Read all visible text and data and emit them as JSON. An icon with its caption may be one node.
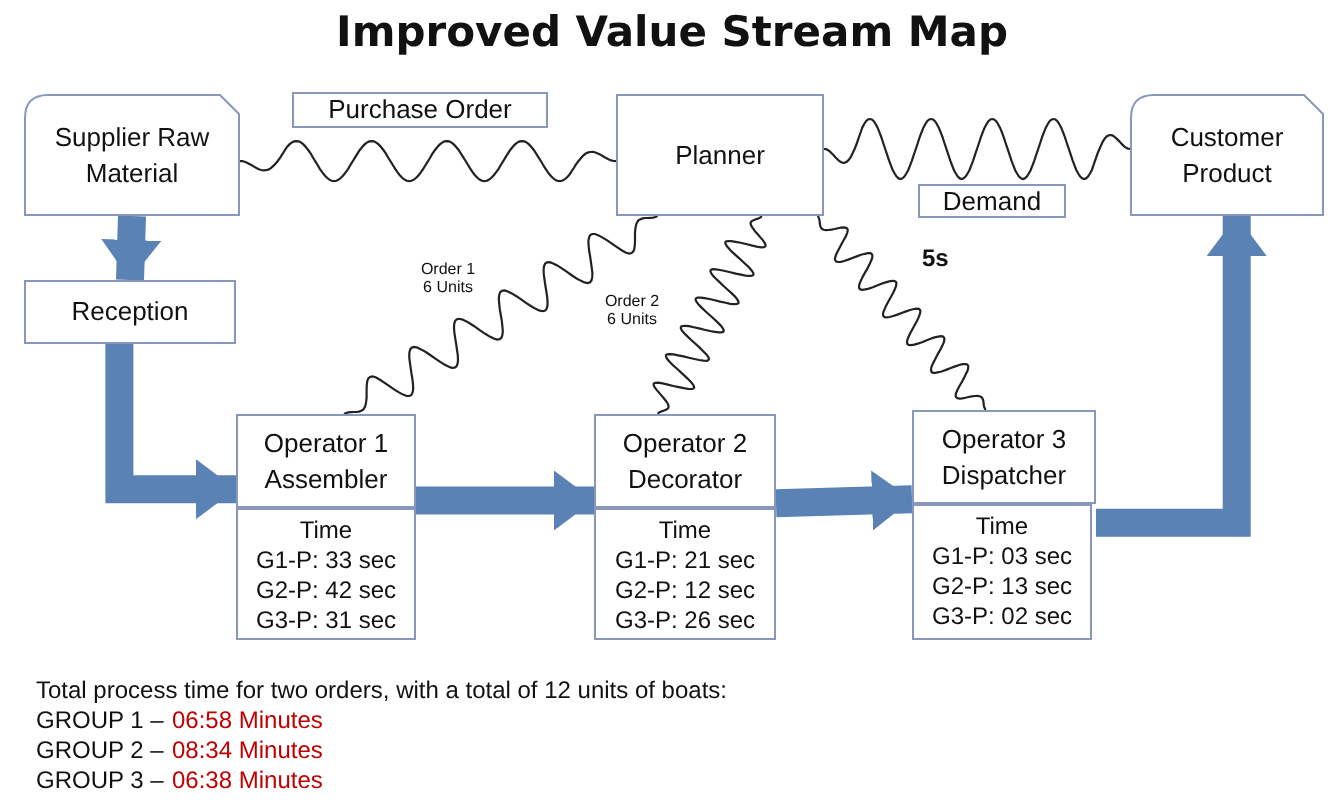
{
  "diagram": {
    "title": "Improved Value Stream Map",
    "nodes": [
      {
        "text": [
          "Supplier Raw Material"
        ]
      },
      {
        "text": [
          "Purchase Order"
        ]
      },
      {
        "text": [
          "Planner"
        ]
      },
      {
        "text": [
          "Customer Product"
        ]
      },
      {
        "text": [
          "Demand"
        ]
      },
      {
        "text": [
          "Reception"
        ]
      },
      {
        "text": [
          "Operator 1 Assembler"
        ]
      },
      {
        "text": [
          "Time",
          "G1-P: 33 sec",
          "G2-P: 42 sec",
          "G3-P: 31 sec"
        ]
      },
      {
        "text": [
          "Operator 2 Decorator"
        ]
      },
      {
        "text": [
          "Time",
          "G1-P: 21 sec",
          "G2-P: 12 sec",
          "G3-P: 26 sec"
        ]
      },
      {
        "text": [
          "Operator 3 Dispatcher"
        ]
      },
      {
        "text": [
          "Time",
          "G1-P: 03 sec",
          "G2-P: 13 sec",
          "G3-P: 02 sec"
        ]
      }
    ],
    "edges": [
      {
        "from": 0,
        "to": 2,
        "arrow": "none"
      },
      {
        "from": 2,
        "to": 3,
        "arrow": "none"
      },
      {
        "from": 2,
        "to": 6,
        "arrow": "none"
      },
      {
        "from": 2,
        "to": 8,
        "arrow": "none"
      },
      {
        "from": 2,
        "to": 10,
        "arrow": "none"
      },
      {
        "from": 0,
        "to": 5,
        "arrow": "to",
        "style": "thick",
        "color": "#5b82b4"
      },
      {
        "from": 5,
        "to": 6,
        "arrow": "to",
        "style": "thick",
        "color": "#5b82b4"
      },
      {
        "from": 6,
        "to": 8,
        "arrow": "to",
        "style": "thick",
        "color": "#5b82b4"
      },
      {
        "from": 8,
        "to": 10,
        "arrow": "to",
        "style": "thick",
        "color": "#5b82b4"
      },
      {
        "from": 10,
        "to": 3,
        "arrow": "to",
        "style": "thick",
        "color": "#5b82b4"
      }
    ],
    "labels": [
      "Order 1 6 Units",
      "Order 2 6 Units",
      "5s",
      "Total process time for two orders, with a total of 12 units of boats:",
      "GROUP 1 –",
      "06:58 Minutes",
      "GROUP 2 –",
      "08:34 Minutes",
      "GROUP 3 –",
      "06:38 Minutes"
    ]
  }
}
